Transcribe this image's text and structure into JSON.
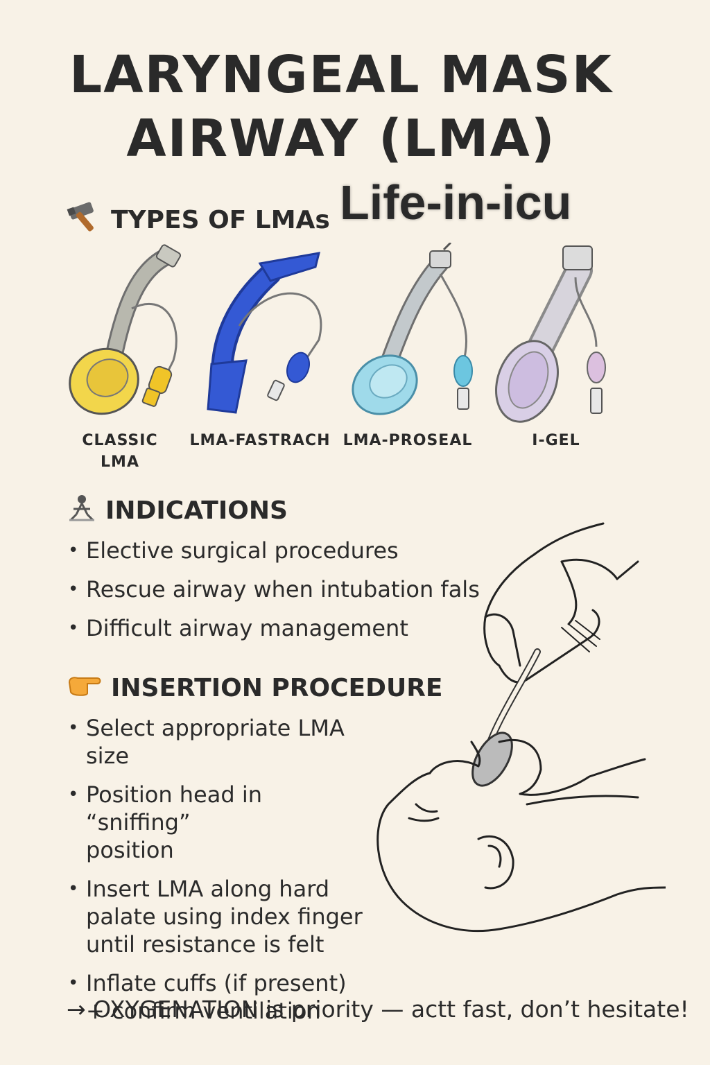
{
  "title": {
    "line1": "LARYNGEAL MASK",
    "line2": "AIRWAY (LMA)"
  },
  "brand": "Life-in-icu",
  "types": {
    "heading": "TYPES OF LMAs",
    "icon": "hammer-icon",
    "items": [
      {
        "label": "CLASSIC\nLMA",
        "color": "#f2d64b"
      },
      {
        "label": "LMA-FASTRACH",
        "color": "#2e55c9"
      },
      {
        "label": "LMA-PROSEAL",
        "color": "#8fd0e6"
      },
      {
        "label": "I-GEL",
        "color": "#d3c6e0"
      }
    ]
  },
  "indications": {
    "heading": "INDICATIONS",
    "icon": "medical-figure-icon",
    "items": [
      "Elective surgical procedures",
      "Rescue airway when intubation fals",
      "Difficult airway management"
    ]
  },
  "insertion": {
    "heading": "INSERTION PROCEDURE",
    "icon": "pointing-hand-icon",
    "items": [
      "Select appropriate LMA size",
      "Position head in “sniffing”\nposition",
      "Insert LMA along hard\npalate using index finger\nuntil resistance is felt",
      "Inflate cuffs (if present)\n+ confirm ventilation"
    ]
  },
  "footer": {
    "arrow": "→",
    "emphasis": "OXYGENATION",
    "text": " is priority — actt fast, don’t hesitate!"
  }
}
